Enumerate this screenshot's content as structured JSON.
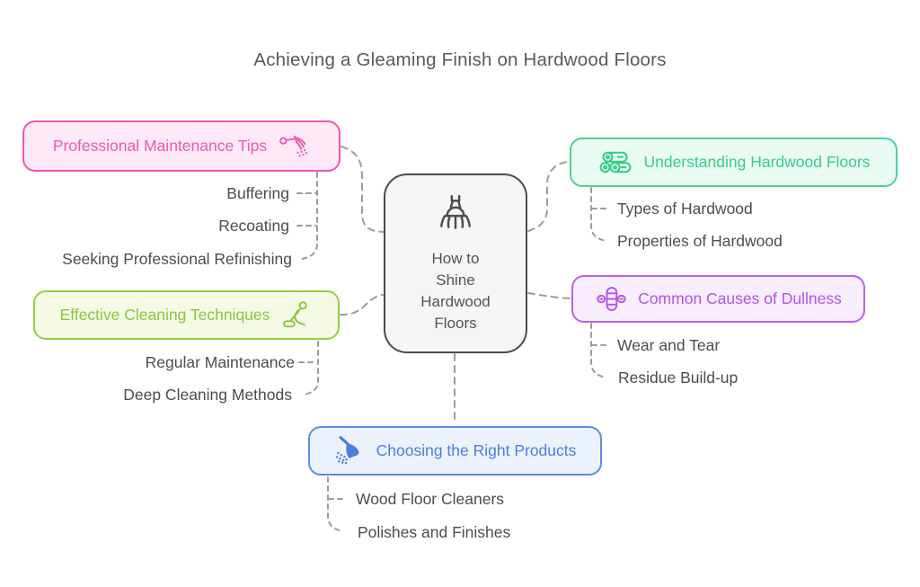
{
  "title": "Achieving a Gleaming Finish on Hardwood Floors",
  "center": {
    "label": "How to\nShine\nHardwood\nFloors",
    "icon": "brush-icon",
    "border_color": "#4b4b4b",
    "background": "#f6f6f6"
  },
  "branches": [
    {
      "label": "Professional Maintenance Tips",
      "icon": "sweeping-broom-icon",
      "icon_side": "right",
      "color": "#ee58b2",
      "background": "#fdeaf6",
      "children": [
        "Buffering",
        "Recoating",
        "Seeking Professional Refinishing"
      ]
    },
    {
      "label": "Effective Cleaning Techniques",
      "icon": "person-cleaning-icon",
      "icon_side": "right",
      "color": "#8fc43c",
      "background": "#f4fae6",
      "children": [
        "Regular Maintenance",
        "Deep Cleaning Methods"
      ]
    },
    {
      "label": "Understanding Hardwood Floors",
      "icon": "wood-logs-icon",
      "icon_side": "left",
      "color": "#35cd8a",
      "background": "#eafbf3",
      "children": [
        "Types of Hardwood",
        "Properties of Hardwood"
      ]
    },
    {
      "label": "Common Causes of Dullness",
      "icon": "floor-buffer-icon",
      "icon_side": "left",
      "color": "#b452e6",
      "background": "#f8eefe",
      "children": [
        "Wear and Tear",
        "Residue Build-up"
      ]
    },
    {
      "label": "Choosing the Right Products",
      "icon": "broom-dust-icon",
      "icon_side": "left",
      "color": "#4a7fe0",
      "background": "#ecf2fc",
      "children": [
        "Wood Floor Cleaners",
        "Polishes and Finishes"
      ]
    }
  ],
  "ui": {
    "title_color": "#595a5c",
    "subtopic_text_color": "#4d4d4d",
    "connector_color": "#9c9c9c"
  }
}
